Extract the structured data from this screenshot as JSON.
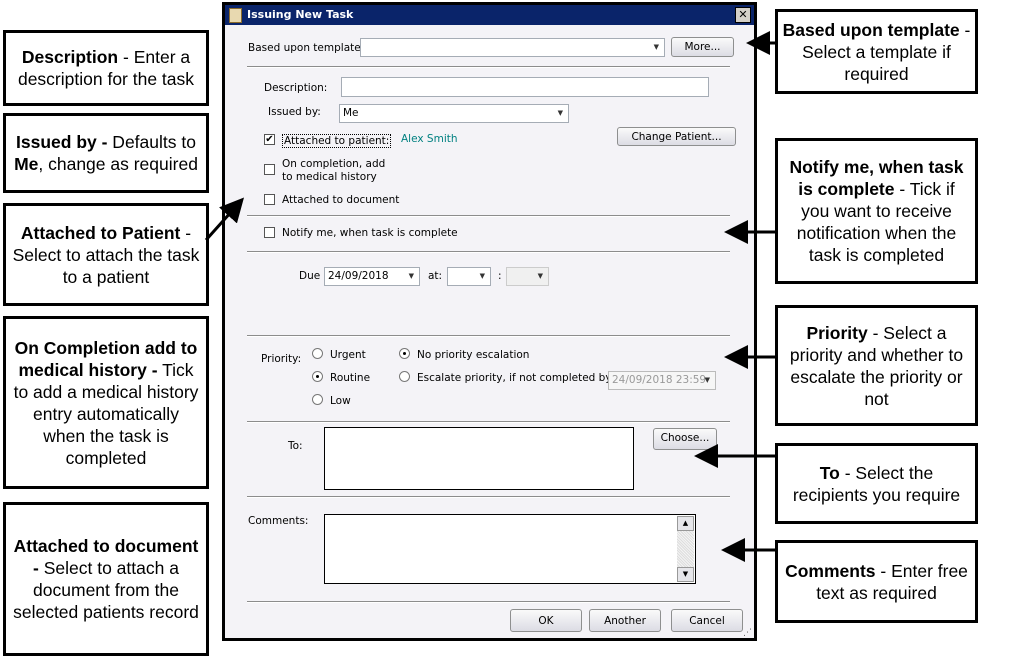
{
  "dialog": {
    "title": "Issuing New Task",
    "close_label": "✕",
    "template_label": "Based upon template:",
    "template_value": "",
    "more_button": "More...",
    "description_label": "Description:",
    "description_value": "",
    "issued_by_label": "Issued by:",
    "issued_by_value": "Me",
    "attached_patient_label": "Attached to patient:",
    "attached_patient_checked": true,
    "patient_name": "Alex Smith",
    "change_patient_button": "Change Patient...",
    "on_completion_label_1": "On completion, add",
    "on_completion_label_2": "to medical history",
    "on_completion_checked": false,
    "attached_document_label": "Attached to document",
    "attached_document_checked": false,
    "notify_label": "Notify me, when task is complete",
    "notify_checked": false,
    "due_label": "Due",
    "due_value": "24/09/2018",
    "at_label": "at:",
    "at_hour": "",
    "colon": ":",
    "at_minute": "",
    "priority_label": "Priority:",
    "priority_options": [
      "Urgent",
      "Routine",
      "Low"
    ],
    "priority_selected": "Routine",
    "escalation_options": [
      "No priority escalation",
      "Escalate priority, if not completed by:"
    ],
    "escalation_selected": "No priority escalation",
    "escalate_value": "24/09/2018 23:59",
    "to_label": "To:",
    "choose_button": "Choose...",
    "comments_label": "Comments:",
    "ok_button": "OK",
    "another_button": "Another",
    "cancel_button": "Cancel"
  },
  "callouts": {
    "description": {
      "title": "Description",
      "text": " - Enter a description for the task"
    },
    "issued_by": {
      "title": "Issued by -",
      "text1": " Defaults to ",
      "bold": "Me",
      "text2": ", change as required"
    },
    "attached_patient": {
      "title": "Attached to Patient",
      "text": " - Select to attach the task to a patient"
    },
    "on_completion": {
      "title": "On Completion add to medical history -",
      "text": " Tick to add a medical history entry automatically when the task is completed"
    },
    "attached_document": {
      "title": "Attached to document -",
      "text": " Select to attach a document from the selected patients record"
    },
    "template": {
      "title": "Based upon template",
      "text": " - Select a template if required"
    },
    "notify": {
      "title": "Notify me, when task is complete",
      "text": " - Tick if you want to receive notification when the task is completed"
    },
    "priority": {
      "title": "Priority",
      "text": " - Select a priority and whether to escalate the priority or not"
    },
    "to": {
      "title": "To",
      "text": " - Select the recipients you require"
    },
    "comments": {
      "title": "Comments",
      "text": " - Enter free text as required"
    }
  }
}
